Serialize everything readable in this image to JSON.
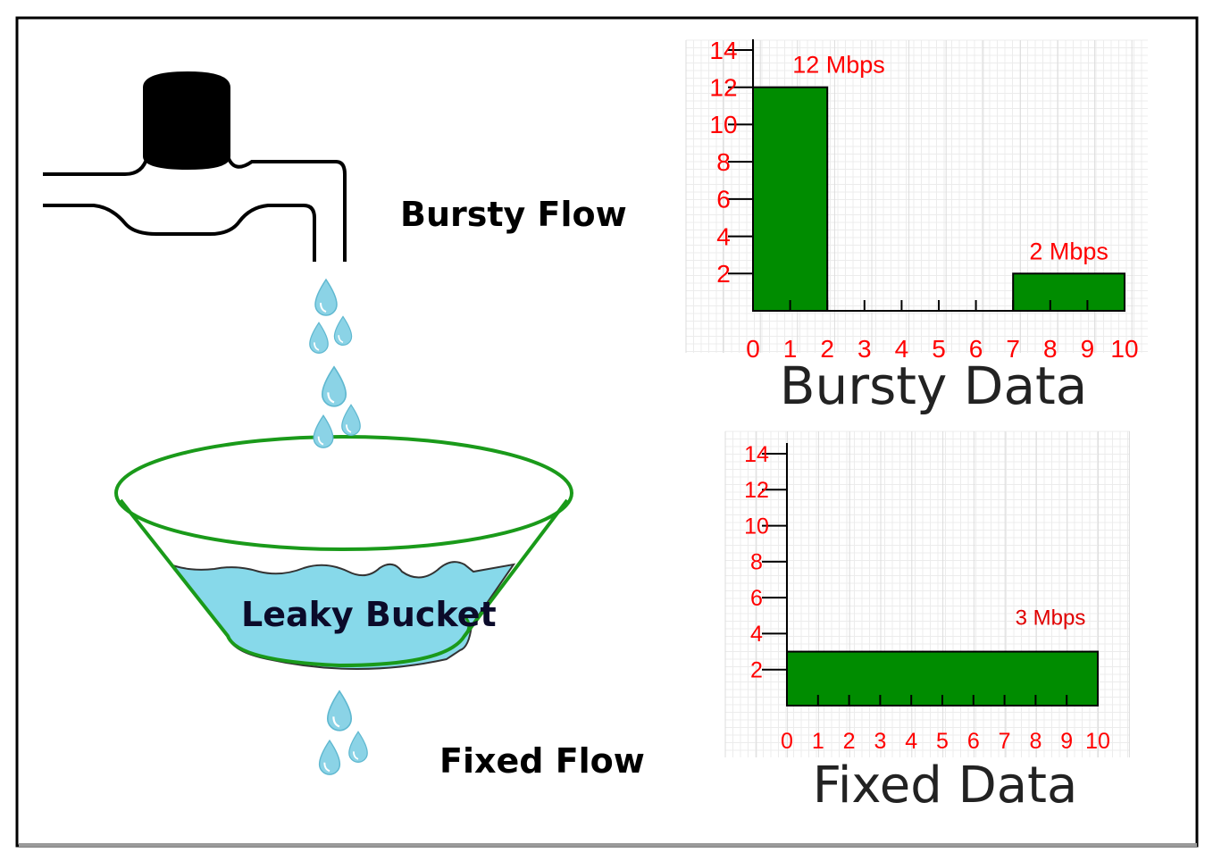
{
  "labels": {
    "bursty_flow": "Bursty Flow",
    "leaky_bucket": "Leaky Bucket",
    "fixed_flow": "Fixed Flow"
  },
  "colors": {
    "bar_fill": "#008c00",
    "tick_text": "#ff0000",
    "bucket_outline": "#1a9a1a",
    "water": "#87d9ea",
    "drop": "#8bd3e6"
  },
  "chart_data": [
    {
      "type": "bar",
      "title": "Bursty Data",
      "xlim": [
        0,
        10
      ],
      "ylim": [
        0,
        14
      ],
      "xticks": [
        0,
        1,
        2,
        3,
        4,
        5,
        6,
        7,
        8,
        9,
        10
      ],
      "yticks": [
        2,
        4,
        6,
        8,
        10,
        12,
        14
      ],
      "bars": [
        {
          "x0": 0,
          "x1": 2,
          "value": 12,
          "label": "12 Mbps"
        },
        {
          "x0": 7,
          "x1": 10,
          "value": 2,
          "label": "2 Mbps"
        }
      ],
      "grid": true
    },
    {
      "type": "bar",
      "title": "Fixed Data",
      "xlim": [
        0,
        10
      ],
      "ylim": [
        0,
        14
      ],
      "xticks": [
        0,
        1,
        2,
        3,
        4,
        5,
        6,
        7,
        8,
        9,
        10
      ],
      "yticks": [
        2,
        4,
        6,
        8,
        10,
        12,
        14
      ],
      "bars": [
        {
          "x0": 0,
          "x1": 10,
          "value": 3,
          "label": "3 Mbps"
        }
      ],
      "grid": true
    }
  ]
}
